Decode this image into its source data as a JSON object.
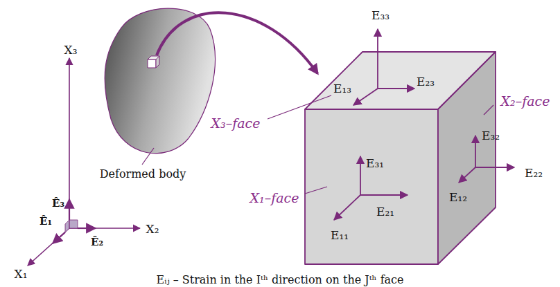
{
  "diagram": {
    "caption": "Eᵢⱼ – Strain in the Iᵗʰ direction on the Jᵗʰ face",
    "labels": [
      "X₃",
      "Ê₃",
      "Ê₁",
      "Ê₂",
      "X₂",
      "X₁",
      "Deformed body",
      "X₃–face",
      "X₂–face",
      "X₁–face",
      "E₃₃",
      "E₁₃",
      "E₂₃",
      "E₃₂",
      "E₃₁",
      "E₂₂",
      "E₂₁",
      "E₁₂",
      "E₁₁"
    ]
  }
}
